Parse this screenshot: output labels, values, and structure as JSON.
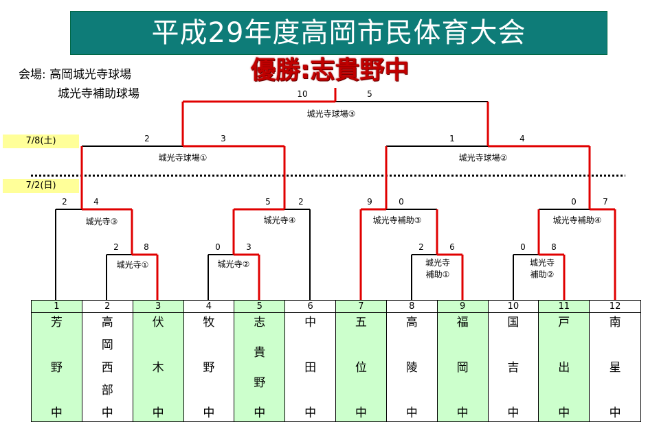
{
  "title": "平成29年度高岡市民体育大会",
  "winner": "優勝:志貴野中",
  "venue": {
    "line1": "会場: 高岡城光寺球場",
    "line2": "城光寺補助球場"
  },
  "dates": {
    "round2": "7/8(土)",
    "round1": "7/2(日)"
  },
  "colors": {
    "banner": "#0e7c78",
    "winner_path": "#e00000",
    "green_cell": "#ccffcc",
    "date_bg": "#ffff99"
  },
  "teams": [
    {
      "no": "1",
      "name": [
        "芳",
        "野",
        "中"
      ],
      "green": true
    },
    {
      "no": "2",
      "name": [
        "高",
        "岡",
        "西",
        "部",
        "中"
      ],
      "green": false
    },
    {
      "no": "3",
      "name": [
        "伏",
        "木",
        "中"
      ],
      "green": true
    },
    {
      "no": "4",
      "name": [
        "牧",
        "野",
        "中"
      ],
      "green": false
    },
    {
      "no": "5",
      "name": [
        "志",
        "貴",
        "野",
        "中"
      ],
      "green": true
    },
    {
      "no": "6",
      "name": [
        "中",
        "田",
        "中"
      ],
      "green": false
    },
    {
      "no": "7",
      "name": [
        "五",
        "位",
        "中"
      ],
      "green": true
    },
    {
      "no": "8",
      "name": [
        "高",
        "陵",
        "中"
      ],
      "green": false
    },
    {
      "no": "9",
      "name": [
        "福",
        "岡",
        "中"
      ],
      "green": true
    },
    {
      "no": "10",
      "name": [
        "国",
        "吉",
        "中"
      ],
      "green": false
    },
    {
      "no": "11",
      "name": [
        "戸",
        "出",
        "中"
      ],
      "green": true
    },
    {
      "no": "12",
      "name": [
        "南",
        "星",
        "中"
      ],
      "green": false
    }
  ],
  "matches": [
    {
      "id": "jokoji1",
      "label": "城光寺①",
      "scores": [
        "2",
        "8"
      ],
      "winner": "right"
    },
    {
      "id": "jokoji2",
      "label": "城光寺②",
      "scores": [
        "0",
        "3"
      ],
      "winner": "right"
    },
    {
      "id": "jokoji3",
      "label": "城光寺③",
      "scores": [
        "2",
        "4"
      ],
      "winner": "right"
    },
    {
      "id": "jokoji4",
      "label": "城光寺④",
      "scores": [
        "5",
        "2"
      ],
      "winner": "left"
    },
    {
      "id": "hojo1",
      "label": "城光寺\n補助①",
      "scores": [
        "2",
        "6"
      ],
      "winner": "right"
    },
    {
      "id": "hojo2",
      "label": "城光寺\n補助②",
      "scores": [
        "0",
        "8"
      ],
      "winner": "right"
    },
    {
      "id": "hojo3",
      "label": "城光寺補助③",
      "scores": [
        "9",
        "0"
      ],
      "winner": "left"
    },
    {
      "id": "hojo4",
      "label": "城光寺補助④",
      "scores": [
        "0",
        "7"
      ],
      "winner": "right"
    },
    {
      "id": "kyujo1",
      "label": "城光寺球場①",
      "scores": [
        "2",
        "3"
      ],
      "winner": "right"
    },
    {
      "id": "kyujo2",
      "label": "城光寺球場②",
      "scores": [
        "1",
        "4"
      ],
      "winner": "right"
    },
    {
      "id": "kyujo3",
      "label": "城光寺球場③",
      "scores": [
        "10",
        "5"
      ],
      "winner": "left"
    }
  ]
}
